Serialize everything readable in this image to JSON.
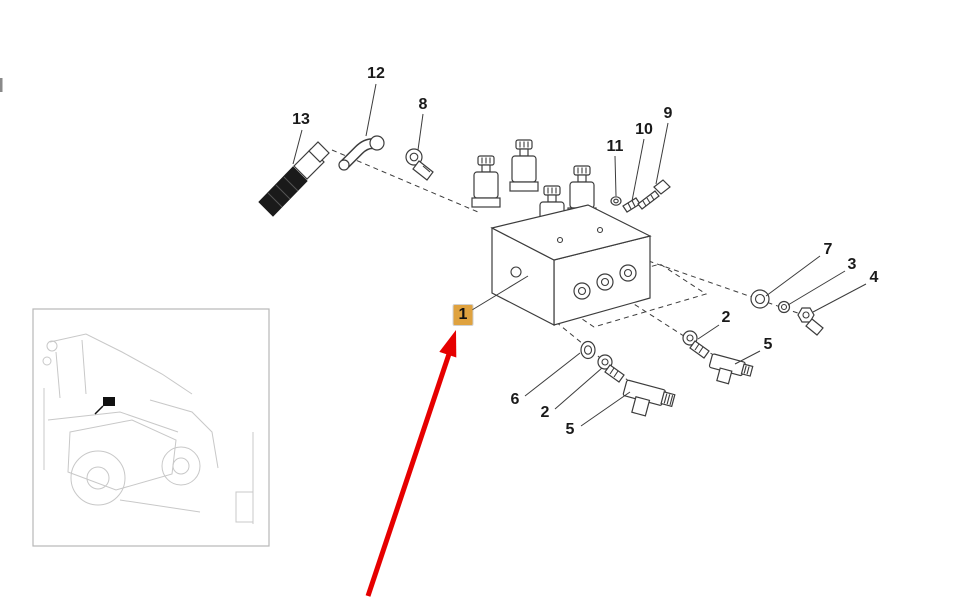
{
  "page": {
    "background": "#ffffff"
  },
  "diagram": {
    "kind": "exploded-parts-diagram",
    "callouts": [
      {
        "label": "13",
        "highlighted": false
      },
      {
        "label": "12",
        "highlighted": false
      },
      {
        "label": "8",
        "highlighted": false
      },
      {
        "label": "11",
        "highlighted": false
      },
      {
        "label": "10",
        "highlighted": false
      },
      {
        "label": "9",
        "highlighted": false
      },
      {
        "label": "7",
        "highlighted": false
      },
      {
        "label": "3",
        "highlighted": false
      },
      {
        "label": "4",
        "highlighted": false
      },
      {
        "label": "2",
        "highlighted": false
      },
      {
        "label": "5",
        "highlighted": false
      },
      {
        "label": "6",
        "highlighted": false
      },
      {
        "label": "2",
        "highlighted": false
      },
      {
        "label": "5",
        "highlighted": false
      },
      {
        "label": "1",
        "highlighted": true
      }
    ],
    "colors": {
      "highlight": "#dfa23f",
      "arrow": "#e60000",
      "line": "#3c3c3c",
      "faint": "#c8c8c8",
      "label": "#1a1a1a"
    }
  }
}
